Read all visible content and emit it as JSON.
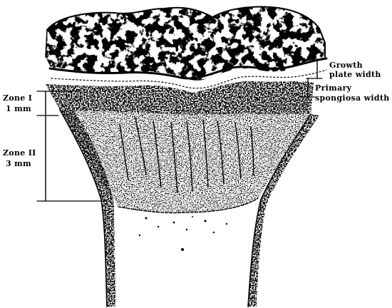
{
  "figure": {
    "labels": {
      "growth_plate_line1": "Growth",
      "growth_plate_line2": "plate width",
      "primary_spongiosa_line1": "Primary",
      "primary_spongiosa_line2": "spongiosa width",
      "zone1_line1": "Zone I",
      "zone1_line2": "1 mm",
      "zone2_line1": "Zone II",
      "zone2_line2": "3 mm"
    },
    "colors": {
      "ink": "#000000",
      "paper": "#ffffff"
    }
  }
}
